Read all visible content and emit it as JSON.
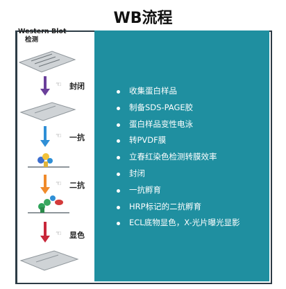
{
  "title": "WB流程",
  "left_header": {
    "line1": "Western Blot",
    "line2": "检测"
  },
  "steps": [
    "封闭",
    "一抗",
    "二抗",
    "显色"
  ],
  "bullets": [
    "收集蛋白样品",
    "制备SDS-PAGE胶",
    "蛋白样品变性电泳",
    "转PVDF膜",
    "立春红染色检测转膜效率",
    "封闭",
    "一抗孵育",
    "HRP标记的二抗孵育",
    "ECL底物显色，X-光片曝光显影"
  ],
  "colors": {
    "panel_bg": "#1f8fa0",
    "arrow_purple": "#6a3f9a",
    "arrow_blue": "#2f8fd6",
    "arrow_orange": "#f08a2a",
    "arrow_red": "#c8273a"
  }
}
